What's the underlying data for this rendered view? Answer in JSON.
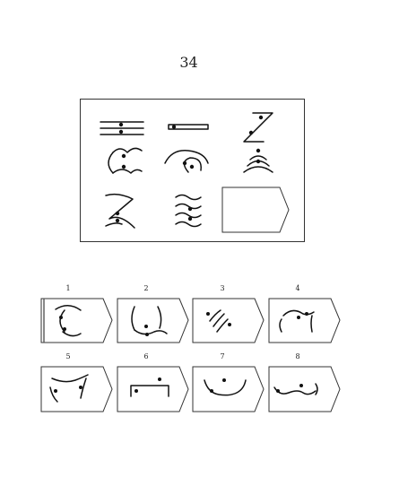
{
  "page": {
    "number": "34"
  },
  "options": [
    {
      "label": "1"
    },
    {
      "label": "2"
    },
    {
      "label": "3"
    },
    {
      "label": "4"
    },
    {
      "label": "5"
    },
    {
      "label": "6"
    },
    {
      "label": "7"
    },
    {
      "label": "8"
    }
  ]
}
